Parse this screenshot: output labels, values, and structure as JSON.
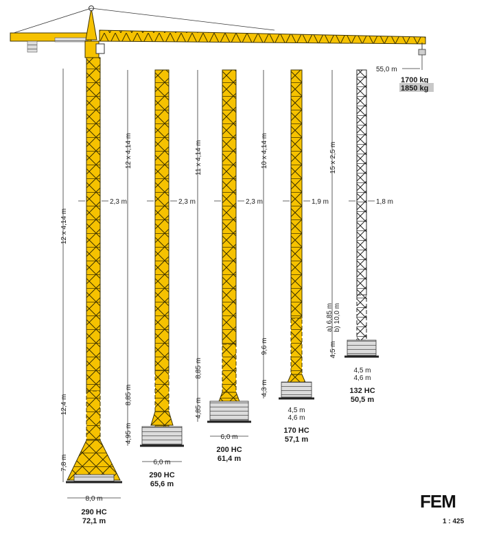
{
  "jib": {
    "radius_label": "55,0 m",
    "load_1": "1700 kg",
    "load_2": "1850 kg"
  },
  "cranes": [
    {
      "model": "290 HC",
      "height": "72,1 m",
      "upper_sections": "12 x 4,14 m",
      "mid_section": "12,4 m",
      "base_section": "7,8 m",
      "mast_width": "2,3 m",
      "base_width": "8,0 m"
    },
    {
      "model": "290 HC",
      "height": "65,6 m",
      "upper_sections": "12 x 4,14 m",
      "mid_section": "8,85 m",
      "base_section": "4,95 m",
      "mast_width": "2,3 m",
      "base_width": "6,0 m"
    },
    {
      "model": "200 HC",
      "height": "61,4 m",
      "upper_sections": "11 x 4,14 m",
      "mid_section": "8,85 m",
      "base_section": "4,85 m",
      "mast_width": "2,3 m",
      "base_width": "6,0 m"
    },
    {
      "model": "170 HC",
      "height": "57,1 m",
      "upper_sections": "10 x 4,14 m",
      "mid_section": "9,6 m",
      "base_section": "4,3 m",
      "mast_width": "1,9 m",
      "base_width_a": "4,5 m",
      "base_width_b": "4,6 m"
    },
    {
      "model": "132 HC",
      "height": "50,5 m",
      "upper_sections": "15 x 2,5 m",
      "mid_section_a": "a) 6,85 m",
      "mid_section_b": "b) 10,0 m",
      "base_section": "4,5 m",
      "mast_width": "1,8 m",
      "base_width_a": "4,5 m",
      "base_width_b": "4,6 m"
    }
  ],
  "footer": {
    "logo": "FEM",
    "scale": "1 : 425"
  },
  "colors": {
    "mast_yellow": "#F6C200",
    "mast_outline": "#3a3000",
    "ballast_grey": "#d8d8d8",
    "highlight_grey": "#c8c8c8",
    "dim_line": "#333333"
  }
}
